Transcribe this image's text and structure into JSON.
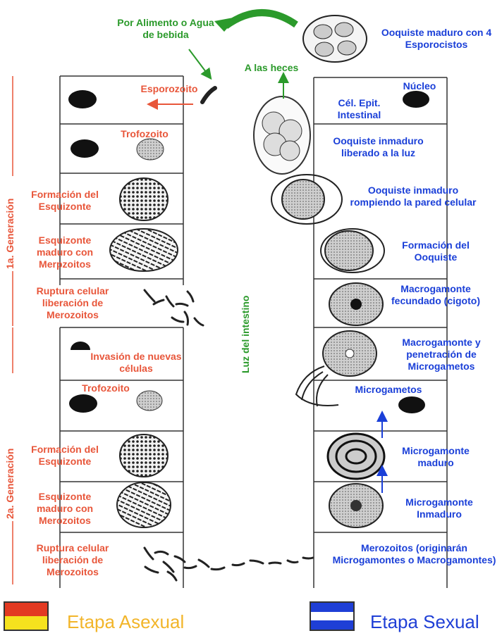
{
  "top": {
    "source": "Por Alimento o Agua de bebida",
    "to_feces": "A las heces",
    "mature_oocyst": "Ooquiste maduro con 4 Esporocistos"
  },
  "asexual_steps": [
    "Esporozoito",
    "Trofozoito",
    "Formación del Esquizonte",
    "Esquizonte maduro con Merpzoitos",
    "Ruptura celular liberación de Merozoitos",
    "Invasión de nuevas células",
    "Trofozoito",
    "Formación del Esquizonte",
    "Esquizonte maduro con Merozoitos",
    "Ruptura celular liberación de Merozoitos"
  ],
  "sexual_steps": [
    "Núcleo",
    "Cél. Epit. Intestinal",
    "Ooquiste inmaduro liberado a la luz",
    "Ooquiste inmaduro rompiendo la pared celular",
    "Formación del Ooquiste",
    "Macrogamonte fecundado (cigoto)",
    "Macrogamonte y penetración de Microgametos",
    "Microgametos",
    "Microgamonte maduro",
    "Microgamonte Inmaduro",
    "Merozoitos (originarán Microgamontes o Macrogamontes)"
  ],
  "generations": [
    "1a. Generación",
    "2a. Generación"
  ],
  "lumen": "Luz del intestino",
  "legend": {
    "asexual": "Etapa Asexual",
    "sexual": "Etapa Sexual"
  },
  "colors": {
    "asexual_text": "#e8563a",
    "sexual_text": "#1a3fd8",
    "lumen_text": "#2b9a2b",
    "legend_red": "#e33a22",
    "legend_yellow": "#f6e21e",
    "legend_blue": "#1f3fd6"
  }
}
